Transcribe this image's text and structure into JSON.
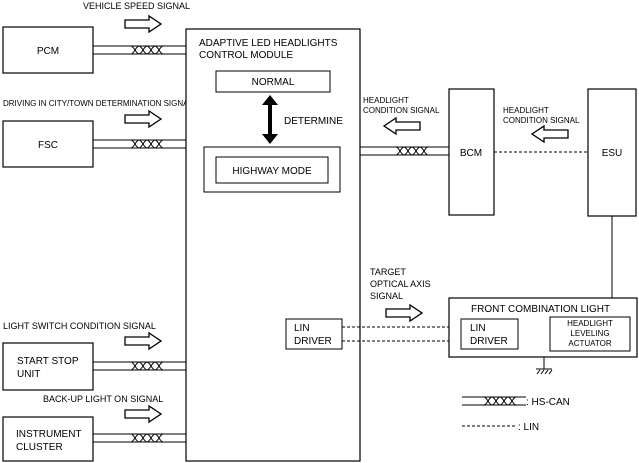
{
  "signals": {
    "vehicle_speed": "VEHICLE SPEED SIGNAL",
    "driving_city": "DRIVING IN CITY/TOWN DETERMINATION SIGNAL",
    "light_switch": "LIGHT SWITCH CONDITION SIGNAL",
    "backup_light": "BACK-UP LIGHT ON SIGNAL",
    "headlight_cond_1": [
      "HEADLIGHT",
      "CONDITION SIGNAL"
    ],
    "headlight_cond_2": [
      "HEADLIGHT",
      "CONDITION SIGNAL"
    ],
    "target_axis": [
      "TARGET",
      "OPTICAL AXIS",
      "SIGNAL"
    ]
  },
  "modules": {
    "pcm": "PCM",
    "fsc": "FSC",
    "start_stop": [
      "START STOP",
      "UNIT"
    ],
    "instrument": [
      "INSTRUMENT",
      "CLUSTER"
    ],
    "control_module": [
      "ADAPTIVE LED HEADLIGHTS",
      "CONTROL MODULE"
    ],
    "normal": "NORMAL",
    "determine": "DETERMINE",
    "highway": "HIGHWAY MODE",
    "lin_driver_main": [
      "LIN",
      "DRIVER"
    ],
    "bcm": "BCM",
    "esu": "ESU",
    "front_combo": "FRONT COMBINATION LIGHT",
    "lin_driver_fcl": [
      "LIN",
      "DRIVER"
    ],
    "leveling_actuator": [
      "HEADLIGHT",
      "LEVELING",
      "ACTUATOR"
    ]
  },
  "legend": {
    "hs_can": ": HS-CAN",
    "lin": ": LIN"
  }
}
